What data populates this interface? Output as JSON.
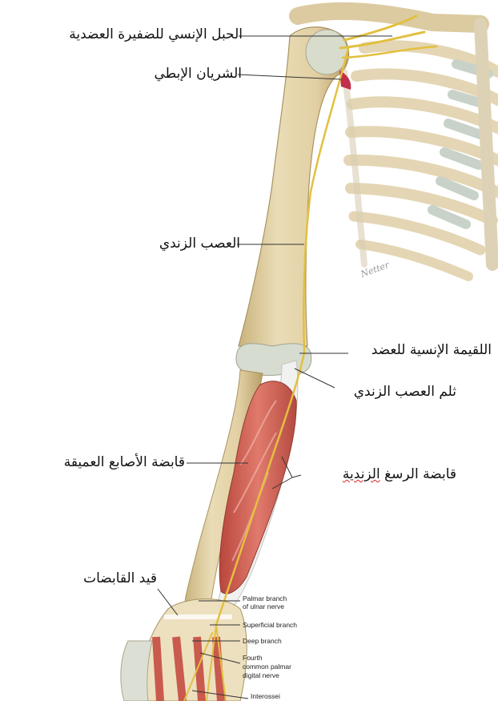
{
  "labels_ar": {
    "medial_cord": "الحبل الإنسي للضفيرة العضدية",
    "axillary_artery": "الشريان الإبطي",
    "ulnar_nerve": "العصب الزندي",
    "medial_epicondyle": "اللقيمة الإنسية للعضد",
    "ulnar_groove": "ثلم العصب الزندي",
    "fdp": "قابضة الأصابع العميقة",
    "fcu_part1": "قابضة الرسغ ",
    "fcu_part2": "الزندية",
    "flexor_retinaculum": "قيد القابضات"
  },
  "labels_en": {
    "palmar_branch_1": "Palmar branch",
    "palmar_branch_2": "of ulnar nerve",
    "superficial_branch": "Superficial branch",
    "deep_branch": "Deep branch",
    "fourth_1": "Fourth",
    "fourth_2": "common palmar",
    "fourth_3": "digital nerve",
    "interossei": "Interossei"
  },
  "signature": "Netter",
  "colors": {
    "bone": "#e6d6ae",
    "bone_shadow": "#c9b37c",
    "cartilage": "#cfd8d0",
    "nerve": "#e2c040",
    "muscle": "#c95a4e",
    "artery": "#c0304a",
    "line": "#333333"
  }
}
